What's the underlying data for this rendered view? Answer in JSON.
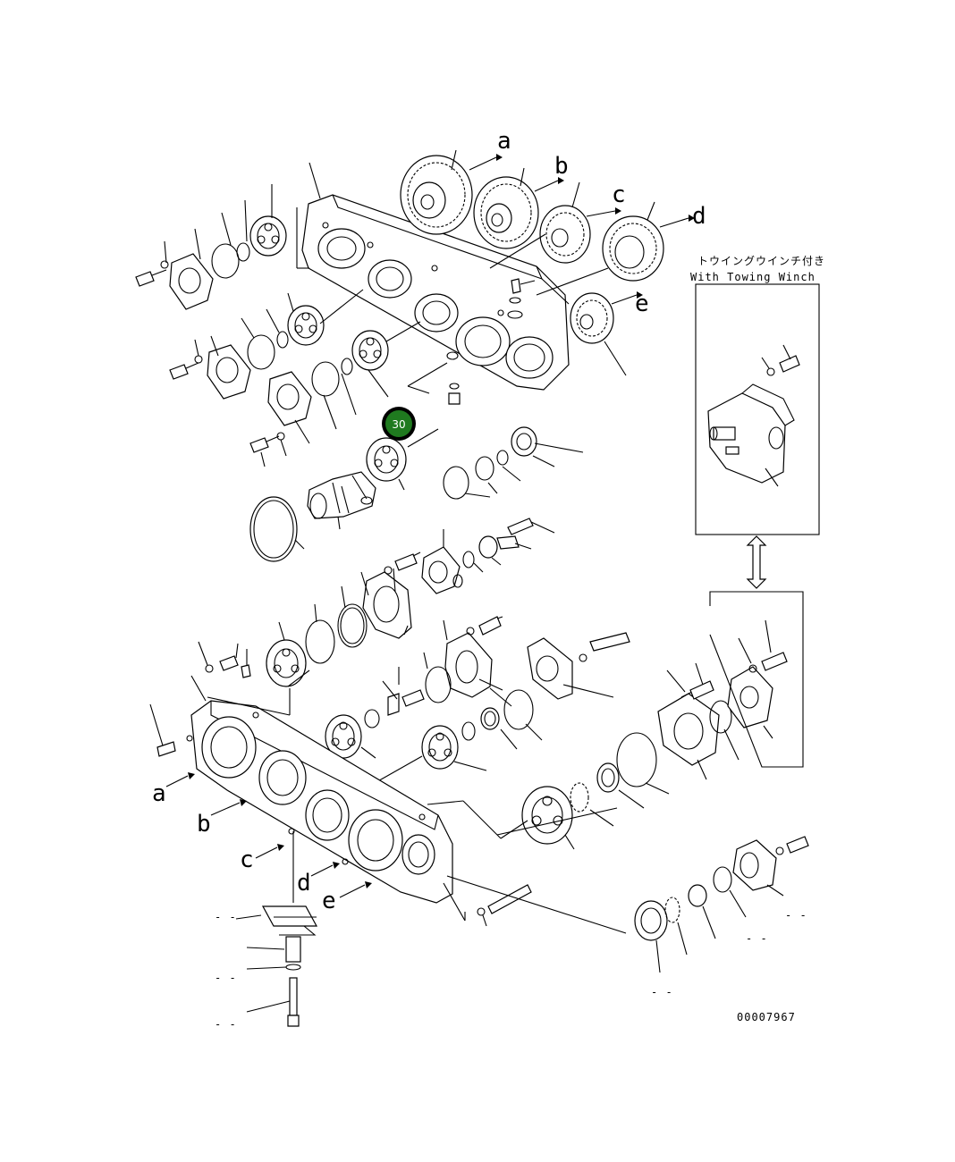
{
  "diagram": {
    "letters": [
      "a",
      "b",
      "c",
      "d",
      "e"
    ],
    "inset_title_jp": "トウイングウインチ付き",
    "inset_title_en": "With Towing Winch",
    "drawing_number": "00007967",
    "callout": {
      "label": "30",
      "color": "#1f7a1f"
    },
    "dash_mark": "- -"
  }
}
